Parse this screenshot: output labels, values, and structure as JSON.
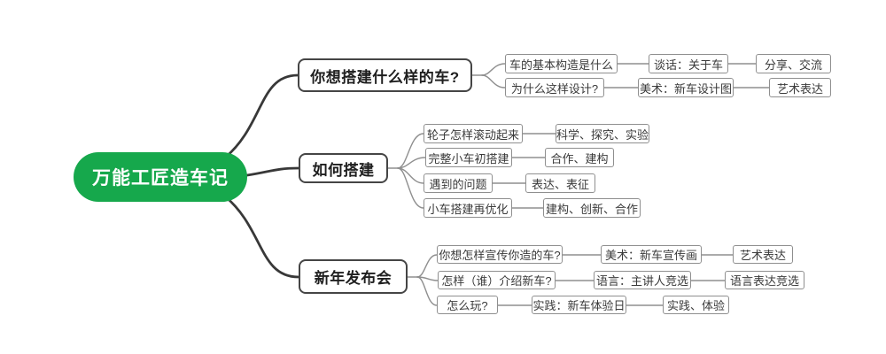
{
  "colors": {
    "root_bg": "#16a84c",
    "root_text": "#ffffff",
    "branch_border": "#454545",
    "child_border": "#8f8f8f",
    "thick_line": "#383838",
    "thin_line": "#8f8f8f",
    "background": "#ffffff"
  },
  "mindmap": {
    "root": {
      "label": "万能工匠造车记"
    },
    "branches": [
      {
        "label": "你想搭建什么样的车?",
        "rows": [
          [
            "车的基本构造是什么",
            "谈话：关于车",
            "分享、交流"
          ],
          [
            "为什么这样设计?",
            "美术：新车设计图",
            "艺术表达"
          ]
        ]
      },
      {
        "label": "如何搭建",
        "rows": [
          [
            "轮子怎样滚动起来",
            "科学、探究、实验"
          ],
          [
            "完整小车初搭建",
            "合作、建构"
          ],
          [
            "遇到的问题",
            "表达、表征"
          ],
          [
            "小车搭建再优化",
            "建构、创新、合作"
          ]
        ]
      },
      {
        "label": "新年发布会",
        "rows": [
          [
            "你想怎样宣传你造的车?",
            "美术：新车宣传画",
            "艺术表达"
          ],
          [
            "怎样（谁）介绍新车?",
            "语言：主讲人竞选",
            "语言表达竞选"
          ],
          [
            "怎么玩?",
            "实践：新车体验日",
            "实践、体验"
          ]
        ]
      }
    ]
  }
}
